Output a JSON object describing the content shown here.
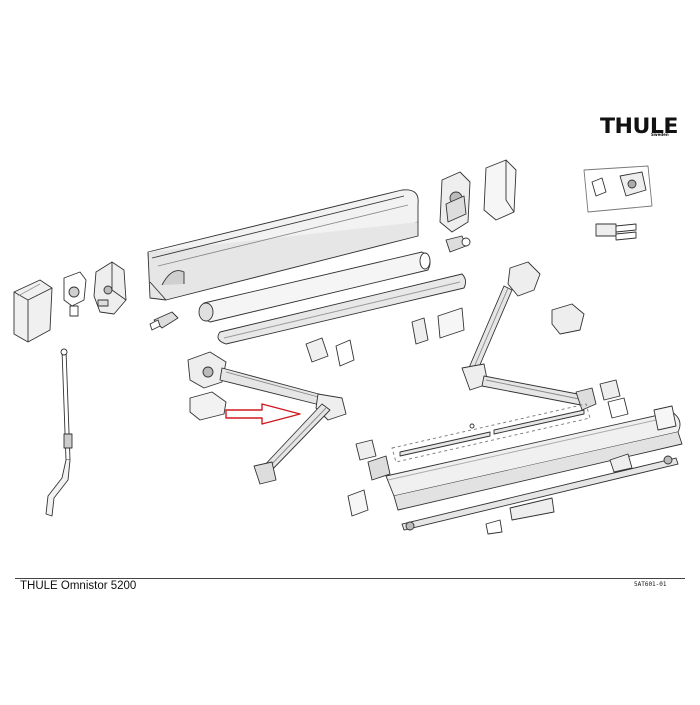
{
  "brand": {
    "logo_text": "THULE",
    "logo_subtext": "Sweden"
  },
  "footer": {
    "title": "THULE Omnistor 5200",
    "drawing_code": "5AT601-01"
  },
  "colors": {
    "line": "#333333",
    "arrow": "#d0191f",
    "part_fill": "#ffffff",
    "part_shade": "#d9d9d9"
  }
}
